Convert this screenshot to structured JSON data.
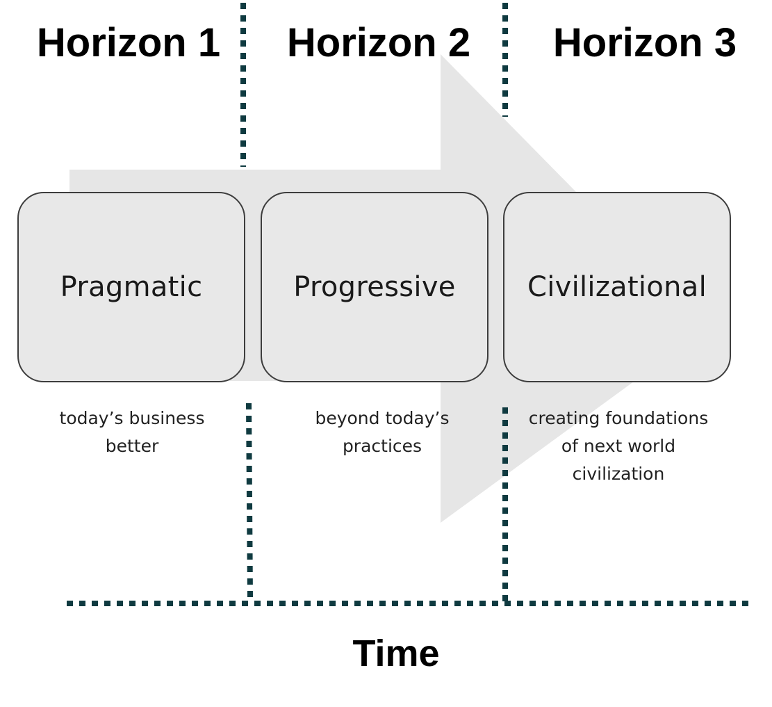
{
  "horizons": [
    {
      "title": "Horizon 1"
    },
    {
      "title": "Horizon 2"
    },
    {
      "title": "Horizon 3"
    }
  ],
  "stages": [
    {
      "label": "Pragmatic",
      "description": [
        "today’s business",
        "better"
      ]
    },
    {
      "label": "Progressive",
      "description": [
        "beyond today’s",
        "practices"
      ]
    },
    {
      "label": "Civilizational",
      "description": [
        "creating foundations",
        "of next world",
        "civilization"
      ]
    }
  ],
  "axis": {
    "label": "Time"
  },
  "colors": {
    "arrow_fill": "#e6e6e6",
    "divider": "#0f3a40",
    "box_fill": "#e8e8e8",
    "box_border": "#3d3d3d",
    "text": "#000000"
  }
}
